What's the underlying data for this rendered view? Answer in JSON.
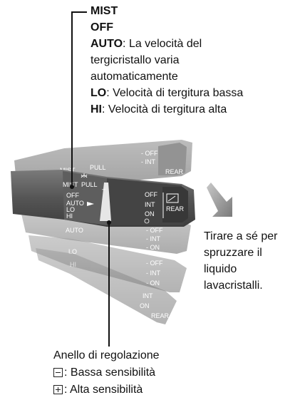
{
  "wiper_positions": {
    "mist": "MIST",
    "off": "OFF",
    "auto_label": "AUTO",
    "auto_desc": ": La velocità del",
    "auto_desc_2": "tergicristallo varia",
    "auto_desc_3": "automaticamente",
    "lo_label": "LO",
    "lo_desc": ": Velocità di tergitura bassa",
    "hi_label": "HI",
    "hi_desc": ": Velocità di tergitura alta"
  },
  "washer_note": {
    "line1": "Tirare a sé per",
    "line2": "spruzzare il",
    "line3": "liquido",
    "line4": "lavacristalli."
  },
  "adjust_ring": {
    "title": "Anello di regolazione",
    "minus_desc": ": Bassa sensibilità",
    "plus_desc": ": Alta sensibilità"
  },
  "lever_labels": {
    "mist": "MIST",
    "pull": "PULL",
    "off": "OFF",
    "auto": "AUTO",
    "lo": "LO",
    "hi": "HI",
    "rear_off": "OFF",
    "rear_int": "INT",
    "rear_on": "ON",
    "rear": "REAR",
    "minus": "–",
    "plus": "+"
  },
  "icons": [
    "washer-spray-icon",
    "wiper-icon",
    "rear-wiper-icon",
    "pull-arrow-icon",
    "minus-box-icon",
    "plus-box-icon"
  ],
  "colors": {
    "lever_dark": "#4d4d4d",
    "lever_mid": "#6e6e6e",
    "arrow_gray": "#8a8a8a",
    "text": "#111111"
  }
}
